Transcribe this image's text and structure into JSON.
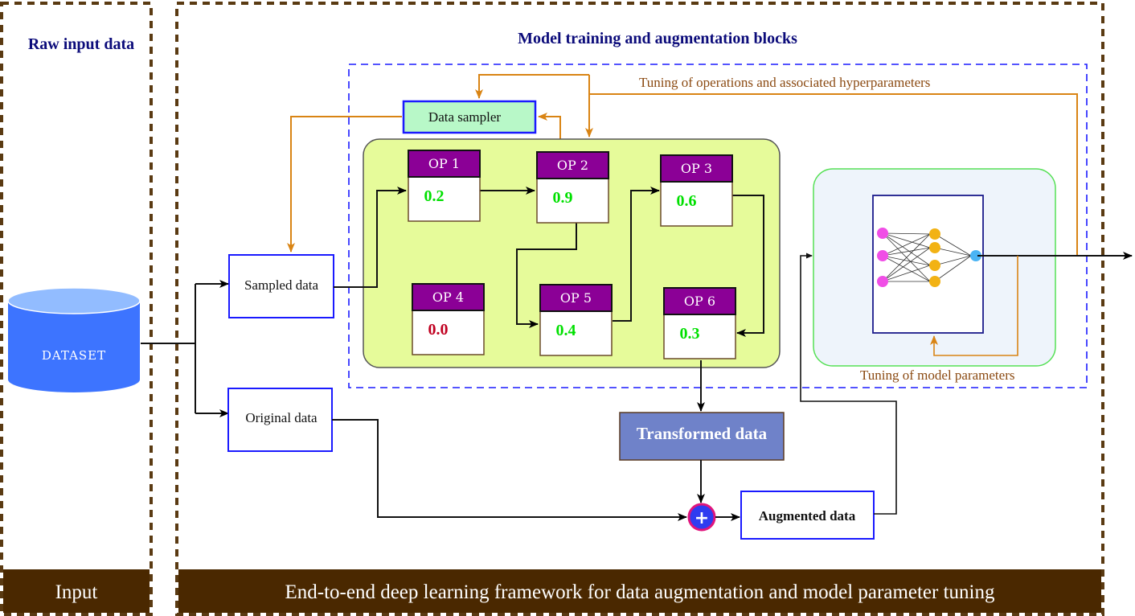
{
  "panels": {
    "input_title": "Raw input data",
    "main_title": "Model training and augmentation blocks",
    "input_banner": "Input",
    "main_banner": "End-to-end deep learning framework for data augmentation and model parameter tuning"
  },
  "dataset": {
    "label": "DATASET"
  },
  "nodes": {
    "data_sampler": "Data sampler",
    "sampled_data": "Sampled data",
    "original_data": "Original data",
    "transformed_data": "Transformed data",
    "augmented_data": "Augmented data",
    "combine_symbol": "+"
  },
  "annotations": {
    "tuning_ops": "Tuning of operations and associated hyperparameters",
    "tuning_model": "Tuning of  model parameters"
  },
  "operations": [
    {
      "name": "OP 1",
      "value": "0.2",
      "status": "active"
    },
    {
      "name": "OP 2",
      "value": "0.9",
      "status": "active"
    },
    {
      "name": "OP 3",
      "value": "0.6",
      "status": "active"
    },
    {
      "name": "OP 4",
      "value": "0.0",
      "status": "inactive"
    },
    {
      "name": "OP 5",
      "value": "0.4",
      "status": "active"
    },
    {
      "name": "OP 6",
      "value": "0.3",
      "status": "active"
    }
  ],
  "neural_network": {
    "layers": [
      3,
      4,
      1
    ]
  },
  "colors": {
    "panel_border": "#5a3a12",
    "banner_bg": "#4a2800",
    "title_text": "#0b0b7a",
    "dashed_blue": "#1a1aff",
    "orange_line": "#d98414",
    "orange_text": "#8b4a12",
    "op_header": "#8b0096",
    "active_value": "#00e000",
    "inactive_value": "#c00020",
    "ops_panel_bg": "#e6fb9a",
    "sampler_bg": "#b8f8c8",
    "box_border": "#1a1aff",
    "transformed_bg": "#6f82c9",
    "model_panel_bg": "#eef4fb",
    "model_panel_border": "#55e055",
    "dataset_body": "#3d74ff",
    "dataset_top": "#92bcff",
    "nn_input": "#f04ee6",
    "nn_hidden": "#f2b214",
    "nn_output": "#4ab4f4",
    "plus_fill": "#2f3cf0",
    "plus_ring": "#e0147c"
  }
}
